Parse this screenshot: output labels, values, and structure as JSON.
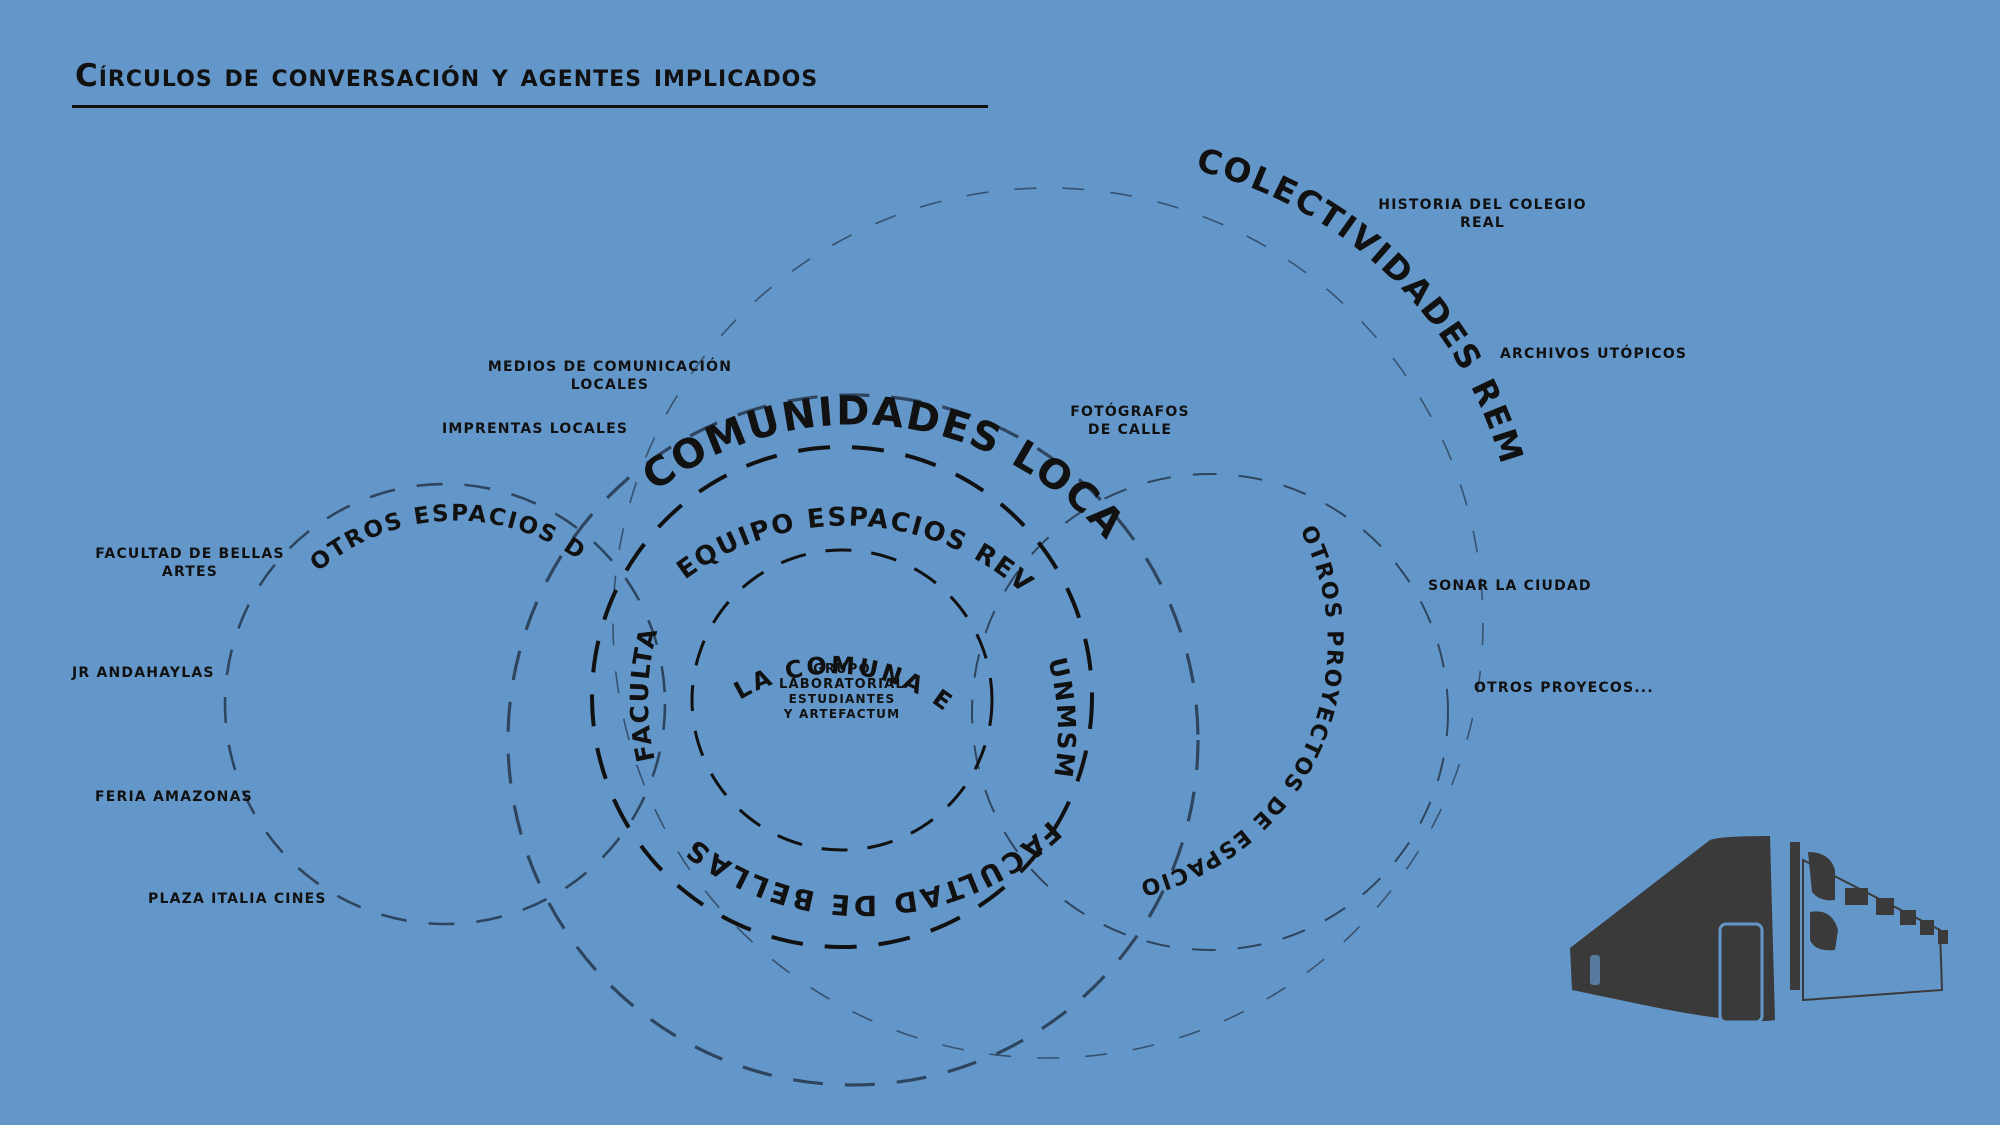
{
  "title": "Círculos de conversación y agentes implicados",
  "circles": {
    "colectividades": "Colectividades remotas",
    "comunidades": "Comunidades locales",
    "equipo": "Equipo Espacios Revelados",
    "comuna": "La comuna estudiantil",
    "facultad_left": "Facultad",
    "unmsm": "UNMSM",
    "bellas_artes": "Facultad de bellas artes",
    "otros_espacios": "Otros espacios de ER",
    "otros_proyectos": "Otros proyectos de espacios recuelados"
  },
  "center": {
    "line1": "Grupo",
    "line2": "Laboratorial",
    "line3": "estudiantes",
    "line4": "y artefactum"
  },
  "agents": {
    "historia": {
      "line1": "Historia del colegio",
      "line2": "real"
    },
    "archivos": "Archivos utópicos",
    "medios": {
      "line1": "Medios de comunicación",
      "line2": "locales"
    },
    "imprentas": "Imprentas locales",
    "fotografos": {
      "line1": "Fotógrafos",
      "line2": "de calle"
    },
    "facultad_ba": {
      "line1": "Facultad de bellas",
      "line2": "artes"
    },
    "andahaylas": "Jr Andahaylas",
    "feria": "Feria Amazonas",
    "plaza": "Plaza Italia Cines",
    "sonar": "Sonar la ciudad",
    "otros_proyecos": "Otros proyecos..."
  },
  "colors": {
    "background": "#6497c9",
    "ink": "#111111",
    "dash": "#2e4560",
    "bus": "#3a3a3a"
  },
  "icons": {
    "bus": "bus-icon"
  }
}
